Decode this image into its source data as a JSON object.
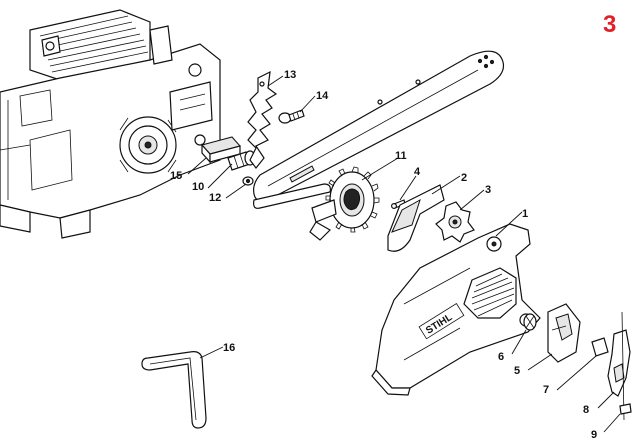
{
  "diagram": {
    "page_number": "3",
    "page_number_color": "#e0202a",
    "logo_text": "STIHL",
    "callouts": [
      "1",
      "2",
      "3",
      "4",
      "5",
      "6",
      "7",
      "8",
      "9",
      "10",
      "11",
      "12",
      "13",
      "14",
      "15",
      "16"
    ]
  }
}
